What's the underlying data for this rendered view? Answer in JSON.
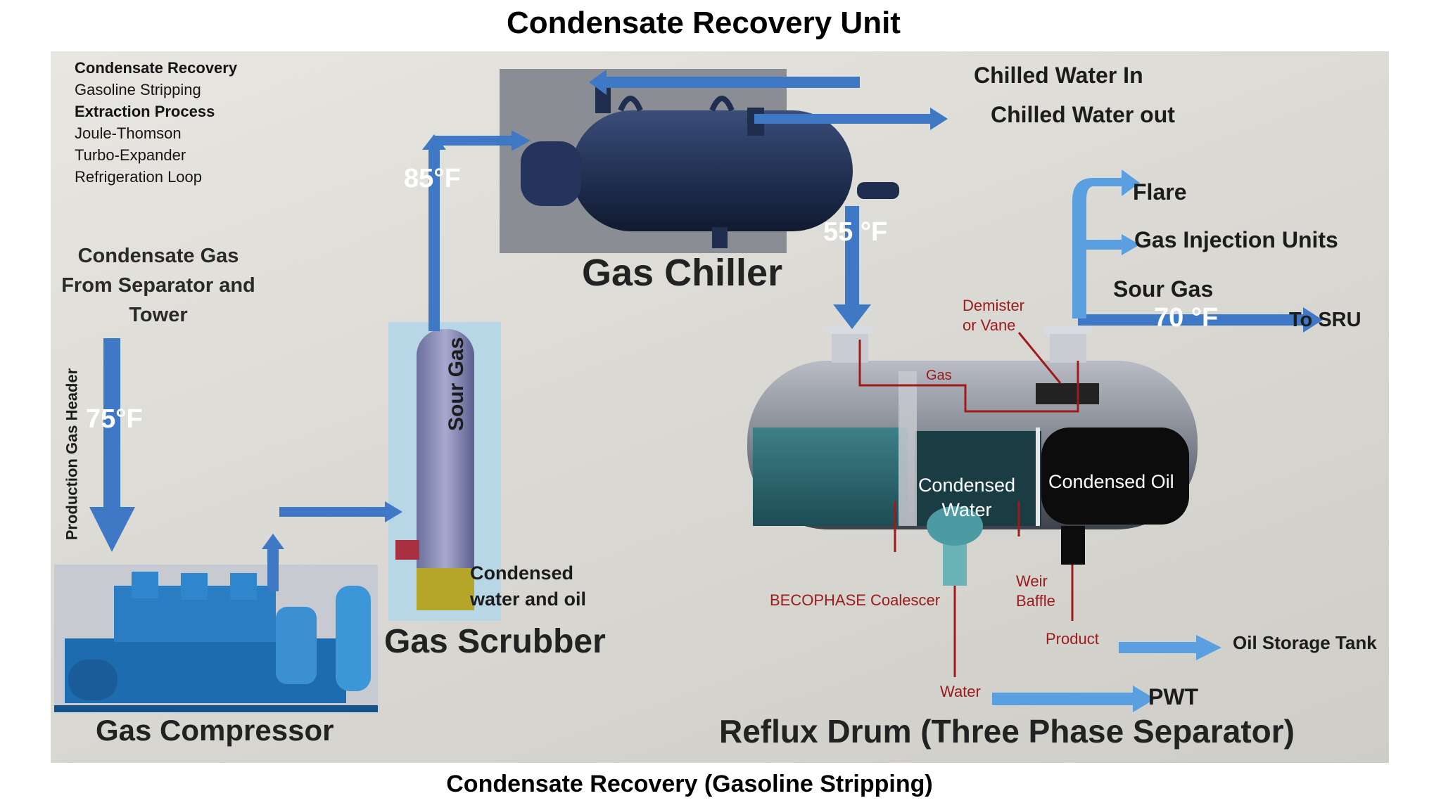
{
  "title": "Condensate Recovery Unit",
  "caption": "Condensate Recovery (Gasoline Stripping)",
  "menu": {
    "items": [
      {
        "label": "Condensate Recovery",
        "bold": true
      },
      {
        "label": "Gasoline Stripping",
        "bold": false
      },
      {
        "label": "Extraction Process",
        "bold": true
      },
      {
        "label": "Joule-Thomson",
        "bold": false
      },
      {
        "label": "Turbo-Expander",
        "bold": false
      },
      {
        "label": "Refrigeration Loop",
        "bold": false
      }
    ]
  },
  "labels": {
    "source_line1": "Condensate Gas",
    "source_line2": "From Separator and",
    "source_line3": "Tower",
    "header": "Production Gas Header",
    "compressor": "Gas Compressor",
    "scrubber": "Gas Scrubber",
    "scrubber_sour": "Sour Gas",
    "scrubber_bottom_line1": "Condensed",
    "scrubber_bottom_line2": "water and oil",
    "chiller": "Gas Chiller",
    "chilled_in": "Chilled Water In",
    "chilled_out": "Chilled Water out",
    "flare": "Flare",
    "gas_injection": "Gas Injection Units",
    "sour_gas": "Sour Gas",
    "to_sru": "To SRU",
    "demister_line1": "Demister",
    "demister_line2": "or Vane",
    "gas_in_drum": "Gas",
    "condensed_water_line1": "Condensed",
    "condensed_water_line2": "Water",
    "condensed_oil": "Condensed Oil",
    "coalescer": "BECOPHASE Coalescer",
    "weir_line1": "Weir",
    "weir_line2": "Baffle",
    "product": "Product",
    "oil_storage": "Oil Storage Tank",
    "water": "Water",
    "pwt": "PWT",
    "reflux": "Reflux Drum (Three Phase Separator)"
  },
  "temps": {
    "header": "75°F",
    "scrubber_outlet": "85°F",
    "chiller_outlet": "55 °F",
    "sour_gas": "70 °F"
  },
  "colors": {
    "arrow_blue": "#3f78c4",
    "light_arrow": "#5aa0e0",
    "red_line": "#a01a1a",
    "vessel_dark": "#1d2b48"
  }
}
